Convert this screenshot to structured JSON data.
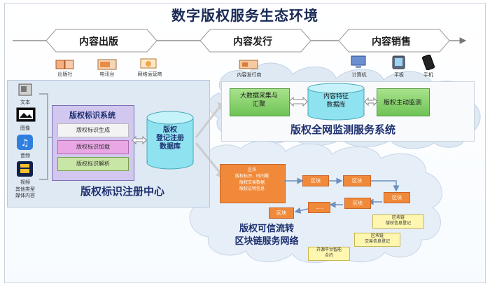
{
  "title": "数字版权服务生态环境",
  "stages": [
    "内容出版",
    "内容发行",
    "内容销售"
  ],
  "publish_icons": [
    "出版社",
    "电讯台",
    "网络运营商"
  ],
  "distribute_icon": "内容发行商",
  "sales_icons": [
    "计算机",
    "平板",
    "手机"
  ],
  "content_types": [
    "文本",
    "图像",
    "音频",
    "视频",
    "其他类型\n媒体内容"
  ],
  "copyright_system": {
    "title": "版权标识系统",
    "items": [
      "版权标识生成",
      "版权标识加载",
      "版权标识解析"
    ]
  },
  "register_center": "版权标识注册中心",
  "register_db": "版权\n登记注册\n数据库",
  "monitor": {
    "boxes": [
      "大数据采集与\n汇聚",
      "内容特征\n数据库",
      "版权主动监测"
    ],
    "label": "版权全网监测服务系统"
  },
  "blockchain": {
    "main_box": "区块\n版权标识、时间戳\n版权交易数据\n版权证明信息",
    "blocks": [
      "区块",
      "区块",
      "区块",
      "区块",
      "区块",
      "....."
    ],
    "tags": [
      "区块链\n版权信息登记",
      "区块链\n交易信息登记",
      "开源平台智能\n合约"
    ],
    "label": "版权可信流转\n区块链服务网络"
  },
  "colors": {
    "purple": "#d2c7ef",
    "green": "#7dc95f",
    "orange": "#f08a3a",
    "cloud": "#dfe9f4",
    "title": "#1a2a55"
  }
}
